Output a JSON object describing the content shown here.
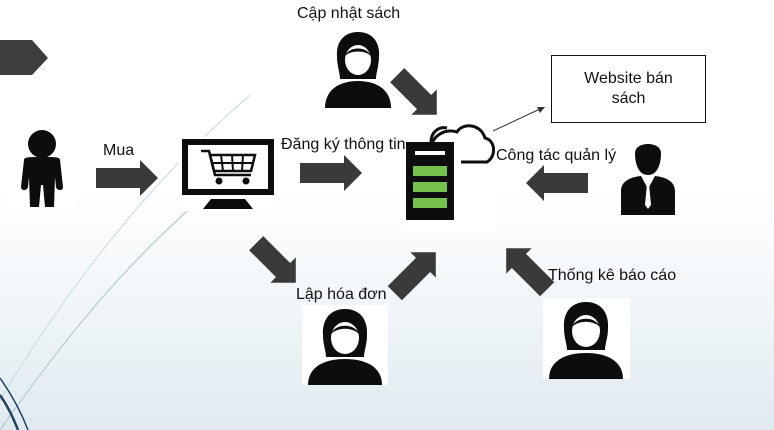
{
  "diagram": {
    "actor_update_books": "Cập nhật sách",
    "label_buy": "Mua",
    "label_register": "Đăng ký thông tin",
    "label_management": "Công tác quản lý",
    "label_invoice": "Lập hóa đơn",
    "label_report": "Thống kê báo cáo",
    "website_box": "Website bán sách"
  },
  "colors": {
    "icon": "#0d0d0d",
    "arrow": "#3a3a3a",
    "server_bar": "#77c04e",
    "accent_line": "#23425f"
  }
}
